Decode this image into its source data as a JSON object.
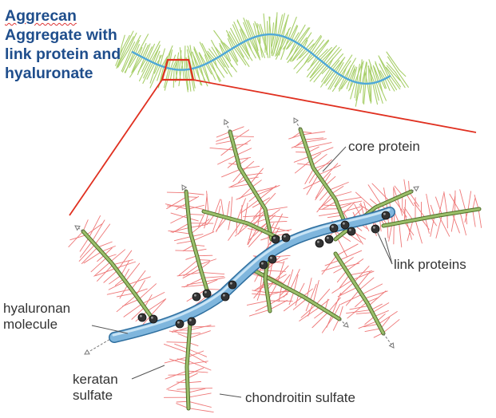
{
  "title": {
    "line1": "Aggrecan",
    "line2": "Aggregate with",
    "line3": "link protein and",
    "line4": "hyaluronate"
  },
  "labels": {
    "core_protein": "core protein",
    "link_proteins": "link proteins",
    "hyaluronan_line1": "hyaluronan",
    "hyaluronan_line2": "molecule",
    "keratan_line1": "keratan",
    "keratan_line2": "sulfate",
    "chondroitin": "chondroitin sulfate"
  },
  "colors": {
    "title": "#1f4e8c",
    "hyaluronan": "#7fb6dd",
    "hyaluronan_outline": "#2f6f9f",
    "core_protein": "#9bbf6a",
    "core_protein_outline": "#4f6e2a",
    "side_chains": "#ee7777",
    "link_protein": "#333333",
    "zoom_lines": "#e03020",
    "overview_strand": "#4fa8d8",
    "overview_bristles": "#a8cf6a"
  }
}
